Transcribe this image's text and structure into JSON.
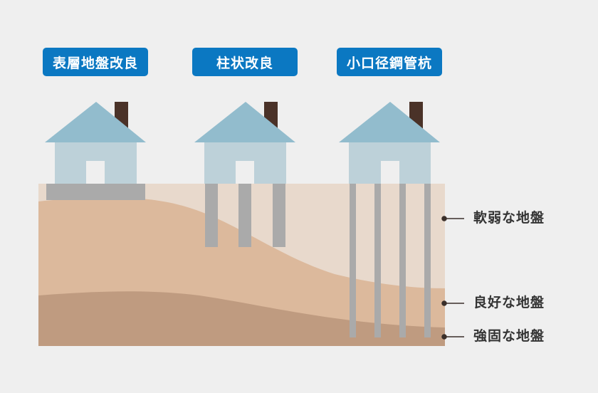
{
  "methods": [
    {
      "label": "表層地盤改良"
    },
    {
      "label": "柱状改良"
    },
    {
      "label": "小口径鋼管杭"
    }
  ],
  "layers": [
    {
      "label": "軟弱な地盤"
    },
    {
      "label": "良好な地盤"
    },
    {
      "label": "強固な地盤"
    }
  ],
  "colors": {
    "tag": "#0b78c2",
    "roof": "#92bccd",
    "body": "#bdd1d9",
    "chimney": "#4a3228",
    "soft": "#e8d9cc",
    "good": "#dcb99c",
    "hard": "#bf9b80",
    "pile": "#aaaaaa"
  }
}
